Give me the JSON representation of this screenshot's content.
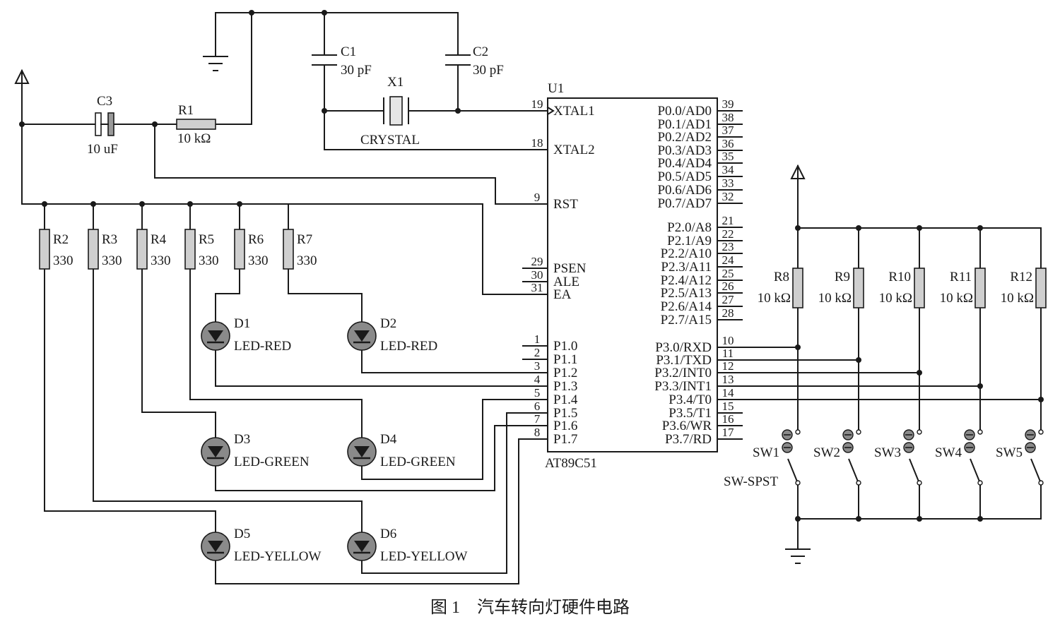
{
  "caption": "图 1　汽车转向灯硬件电路",
  "mcu": {
    "ref": "U1",
    "part": "AT89C51",
    "left_pins": [
      {
        "num": "19",
        "name": "XTAL1"
      },
      {
        "num": "18",
        "name": "XTAL2"
      },
      {
        "num": "9",
        "name": "RST"
      },
      {
        "num": "29",
        "name": "PSEN"
      },
      {
        "num": "30",
        "name": "ALE"
      },
      {
        "num": "31",
        "name": "EA"
      },
      {
        "num": "1",
        "name": "P1.0"
      },
      {
        "num": "2",
        "name": "P1.1"
      },
      {
        "num": "3",
        "name": "P1.2"
      },
      {
        "num": "4",
        "name": "P1.3"
      },
      {
        "num": "5",
        "name": "P1.4"
      },
      {
        "num": "6",
        "name": "P1.5"
      },
      {
        "num": "7",
        "name": "P1.6"
      },
      {
        "num": "8",
        "name": "P1.7"
      }
    ],
    "right_pins": [
      {
        "num": "39",
        "name": "P0.0/AD0"
      },
      {
        "num": "38",
        "name": "P0.1/AD1"
      },
      {
        "num": "37",
        "name": "P0.2/AD2"
      },
      {
        "num": "36",
        "name": "P0.3/AD3"
      },
      {
        "num": "35",
        "name": "P0.4/AD4"
      },
      {
        "num": "34",
        "name": "P0.5/AD5"
      },
      {
        "num": "33",
        "name": "P0.6/AD6"
      },
      {
        "num": "32",
        "name": "P0.7/AD7"
      },
      {
        "num": "21",
        "name": "P2.0/A8"
      },
      {
        "num": "22",
        "name": "P2.1/A9"
      },
      {
        "num": "23",
        "name": "P2.2/A10"
      },
      {
        "num": "24",
        "name": "P2.3/A11"
      },
      {
        "num": "25",
        "name": "P2.4/A12"
      },
      {
        "num": "26",
        "name": "P2.5/A13"
      },
      {
        "num": "27",
        "name": "P2.6/A14"
      },
      {
        "num": "28",
        "name": "P2.7/A15"
      },
      {
        "num": "10",
        "name": "P3.0/RXD"
      },
      {
        "num": "11",
        "name": "P3.1/TXD"
      },
      {
        "num": "12",
        "name": "P3.2/INT0"
      },
      {
        "num": "13",
        "name": "P3.3/INT1"
      },
      {
        "num": "14",
        "name": "P3.4/T0"
      },
      {
        "num": "15",
        "name": "P3.5/T1"
      },
      {
        "num": "16",
        "name": "P3.6/WR"
      },
      {
        "num": "17",
        "name": "P3.7/RD"
      }
    ]
  },
  "capacitors": [
    {
      "ref": "C1",
      "value": "30 pF"
    },
    {
      "ref": "C2",
      "value": "30 pF"
    },
    {
      "ref": "C3",
      "value": "10 uF"
    }
  ],
  "crystal": {
    "ref": "X1",
    "value": "CRYSTAL"
  },
  "reset_resistor": {
    "ref": "R1",
    "value": "10 kΩ"
  },
  "led_resistors": [
    {
      "ref": "R2",
      "value": "330"
    },
    {
      "ref": "R3",
      "value": "330"
    },
    {
      "ref": "R4",
      "value": "330"
    },
    {
      "ref": "R5",
      "value": "330"
    },
    {
      "ref": "R6",
      "value": "330"
    },
    {
      "ref": "R7",
      "value": "330"
    }
  ],
  "leds": [
    {
      "ref": "D1",
      "value": "LED-RED"
    },
    {
      "ref": "D2",
      "value": "LED-RED"
    },
    {
      "ref": "D3",
      "value": "LED-GREEN"
    },
    {
      "ref": "D4",
      "value": "LED-GREEN"
    },
    {
      "ref": "D5",
      "value": "LED-YELLOW"
    },
    {
      "ref": "D6",
      "value": "LED-YELLOW"
    }
  ],
  "pullup_resistors": [
    {
      "ref": "R8",
      "value": "10 kΩ"
    },
    {
      "ref": "R9",
      "value": "10 kΩ"
    },
    {
      "ref": "R10",
      "value": "10 kΩ"
    },
    {
      "ref": "R11",
      "value": "10 kΩ"
    },
    {
      "ref": "R12",
      "value": "10 kΩ"
    }
  ],
  "switches": [
    {
      "ref": "SW1"
    },
    {
      "ref": "SW2"
    },
    {
      "ref": "SW3"
    },
    {
      "ref": "SW4"
    },
    {
      "ref": "SW5"
    }
  ],
  "switch_type": "SW-SPST",
  "colors": {
    "ink": "#1a1a1a",
    "resistor_fill": "#cfcfcf",
    "led_fill": "#8a8a8a"
  }
}
